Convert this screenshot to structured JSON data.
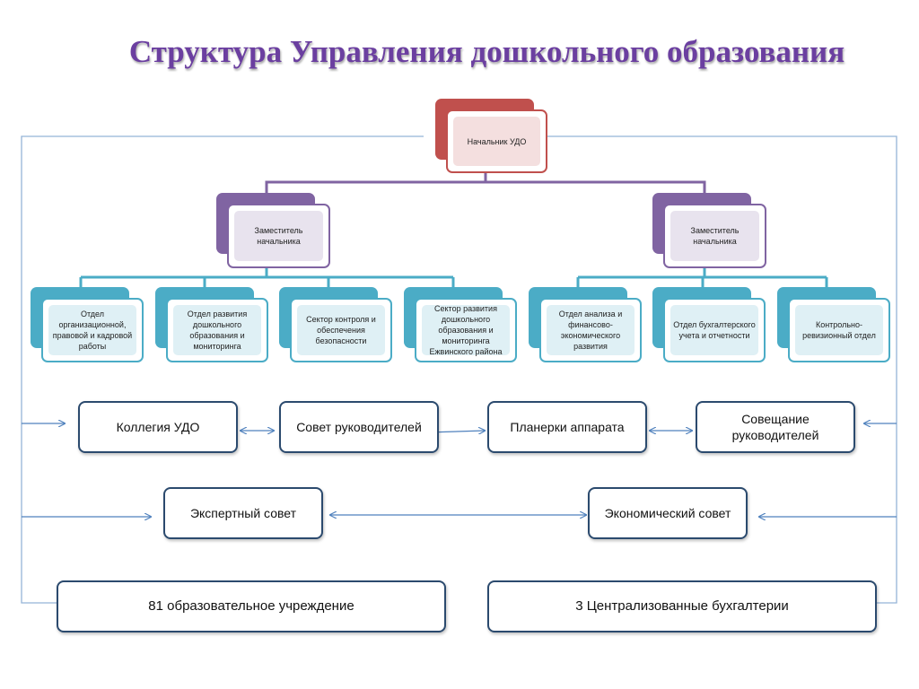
{
  "title": "Структура Управления дошкольного образования",
  "head": {
    "label": "Начальник УДО",
    "color": "#c0504d"
  },
  "deputies": [
    {
      "label": "Заместитель начальника"
    },
    {
      "label": "Заместитель начальника"
    }
  ],
  "deputy_color": "#8064a2",
  "department_color": "#4bacc6",
  "departments": [
    {
      "label": "Отдел организационной, правовой и кадровой работы"
    },
    {
      "label": "Отдел развития дошкольного образования и мониторинга"
    },
    {
      "label": "Сектор контроля и обеспечения безопасности"
    },
    {
      "label": "Сектор развития дошкольного образования и мониторинга Ежвинского района"
    },
    {
      "label": "Отдел анализа и финансово-экономического развития"
    },
    {
      "label": "Отдел бухгалтерского учета и отчетности"
    },
    {
      "label": "Контрольно-ревизионный отдел"
    }
  ],
  "councils": {
    "kollegia": "Коллегия УДО",
    "sovet_ruk": "Совет руководителей",
    "planerki": "Планерки аппарата",
    "soveshanie": "Совещание руководителей",
    "expert": "Экспертный совет",
    "econom": "Экономический совет"
  },
  "bottom": {
    "left": "81 образовательное учреждение",
    "right": "3 Централизованные бухгалтерии"
  }
}
